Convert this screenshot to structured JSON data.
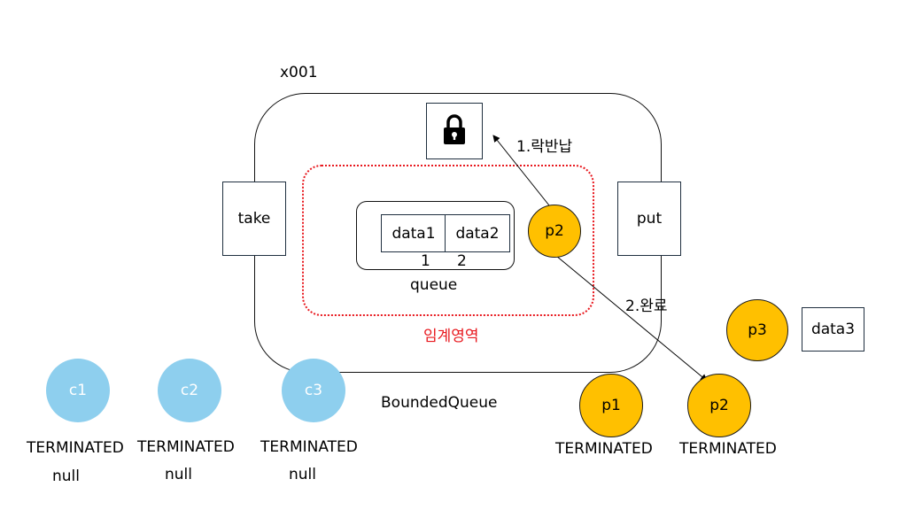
{
  "monitor": {
    "address": "x001",
    "class_name": "BoundedQueue",
    "take_label": "take",
    "put_label": "put"
  },
  "critical_section": {
    "label": "임계영역",
    "color": "#e8181e"
  },
  "queue": {
    "label": "queue",
    "items": [
      "data1",
      "data2"
    ],
    "indices": [
      "1",
      "2"
    ]
  },
  "lock_icon": "lock-icon",
  "steps": {
    "step1": "1.락반납",
    "step2": "2.완료"
  },
  "producers": {
    "inside": {
      "name": "p2"
    },
    "waiting": {
      "name": "p3",
      "data": "data3"
    },
    "done": [
      {
        "name": "p1",
        "state": "TERMINATED"
      },
      {
        "name": "p2",
        "state": "TERMINATED"
      }
    ],
    "color": "#ffc000"
  },
  "consumers": {
    "items": [
      {
        "name": "c1",
        "state": "TERMINATED",
        "result": "null"
      },
      {
        "name": "c2",
        "state": "TERMINATED",
        "result": "null"
      },
      {
        "name": "c3",
        "state": "TERMINATED",
        "result": "null"
      }
    ],
    "color": "#8ecfee"
  }
}
